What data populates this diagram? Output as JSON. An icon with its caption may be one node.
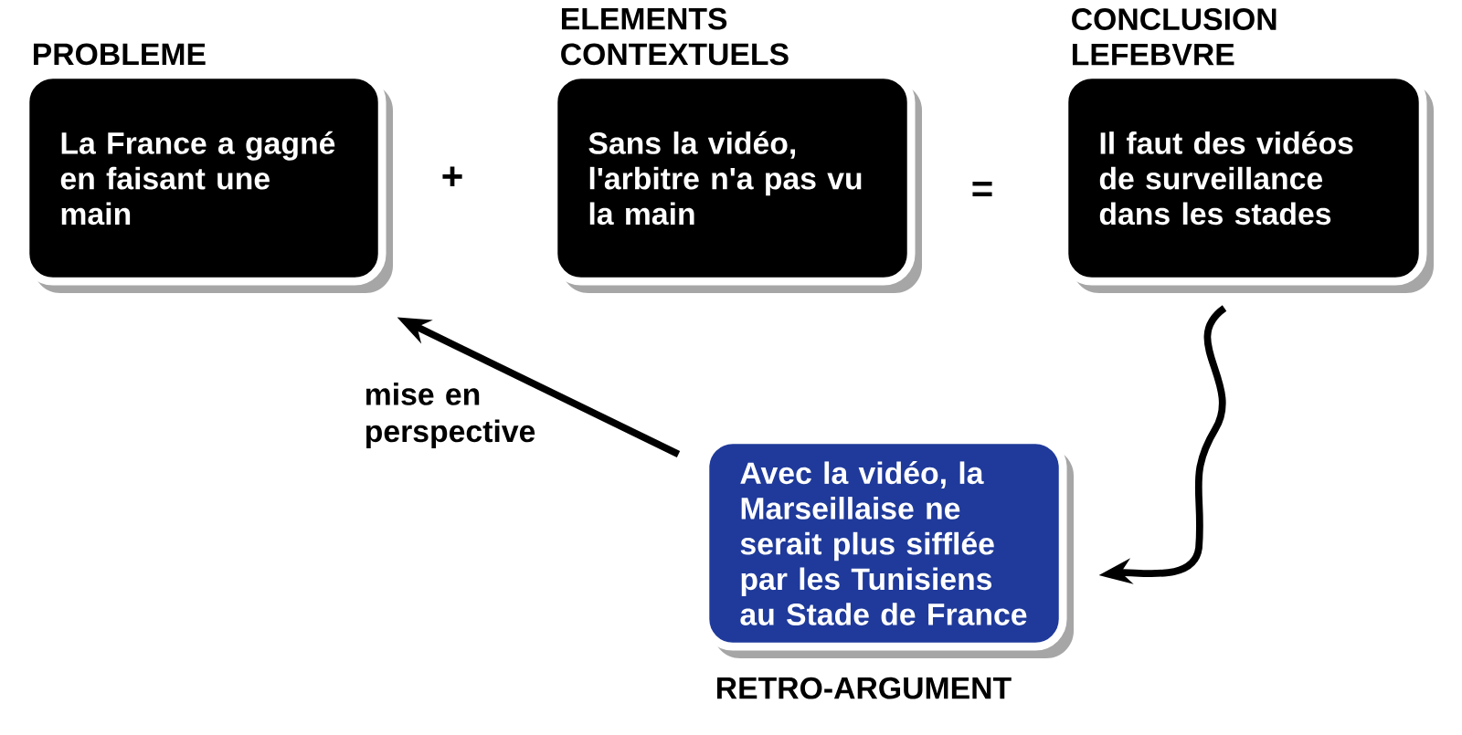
{
  "diagram": {
    "nodes": [
      {
        "text": [
          "PROBLEME",
          "La France a gagné en faisant une main"
        ]
      },
      {
        "text": [
          "ELEMENTS CONTEXTUELS",
          "Sans la vidéo, l'arbitre n'a pas vu la main"
        ]
      },
      {
        "text": [
          "CONCLUSION LEFEBVRE",
          "Il faut des vidéos de surveillance dans les stades"
        ]
      },
      {
        "text": [
          "Avec la vidéo, la Marseillaise ne serait plus sifflée par les Tunisiens au Stade de France",
          "RETRO-ARGUMENT"
        ]
      }
    ],
    "edges": [
      {
        "from": 3,
        "to": 0,
        "arrow": "to",
        "label": "mise en perspective"
      },
      {
        "from": 2,
        "to": 3,
        "arrow": "to"
      }
    ],
    "labels": [
      "+",
      "="
    ]
  }
}
